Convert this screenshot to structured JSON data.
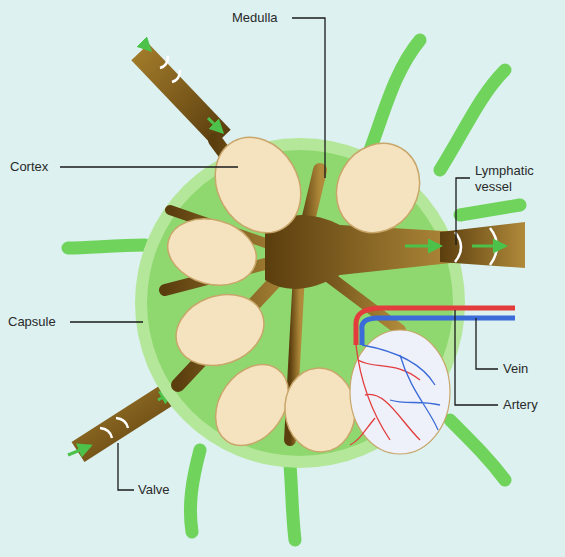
{
  "diagram": {
    "labels": [
      "Medulla",
      "Cortex",
      "Lymphatic vessel",
      "Capsule",
      "Vein",
      "Artery",
      "Valve"
    ]
  }
}
